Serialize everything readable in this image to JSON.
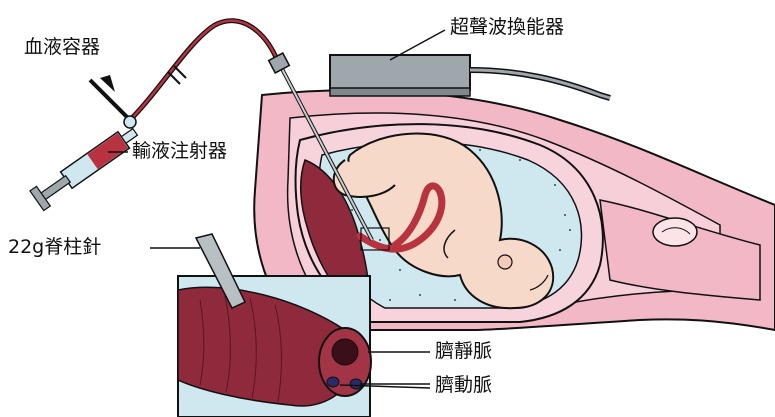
{
  "labels": {
    "blood_container": "血液容器",
    "transducer": "超聲波換能器",
    "infusion_syringe": "輸液注射器",
    "spinal_needle": "22g脊柱針",
    "umbilical_vein": "臍靜脈",
    "umbilical_artery": "臍動脈"
  },
  "colors": {
    "skin_pink": "#f2b8c6",
    "amniotic_blue": "#cfe8f0",
    "fetus_skin": "#f7d9c9",
    "placenta_red": "#8e2a3c",
    "cord_red": "#b8333f",
    "transducer_gray": "#9ea7ac",
    "outline": "#111111"
  },
  "icons": {
    "syringe": "syringe-icon",
    "transducer": "ultrasound-transducer-icon",
    "needle": "spinal-needle-icon"
  }
}
